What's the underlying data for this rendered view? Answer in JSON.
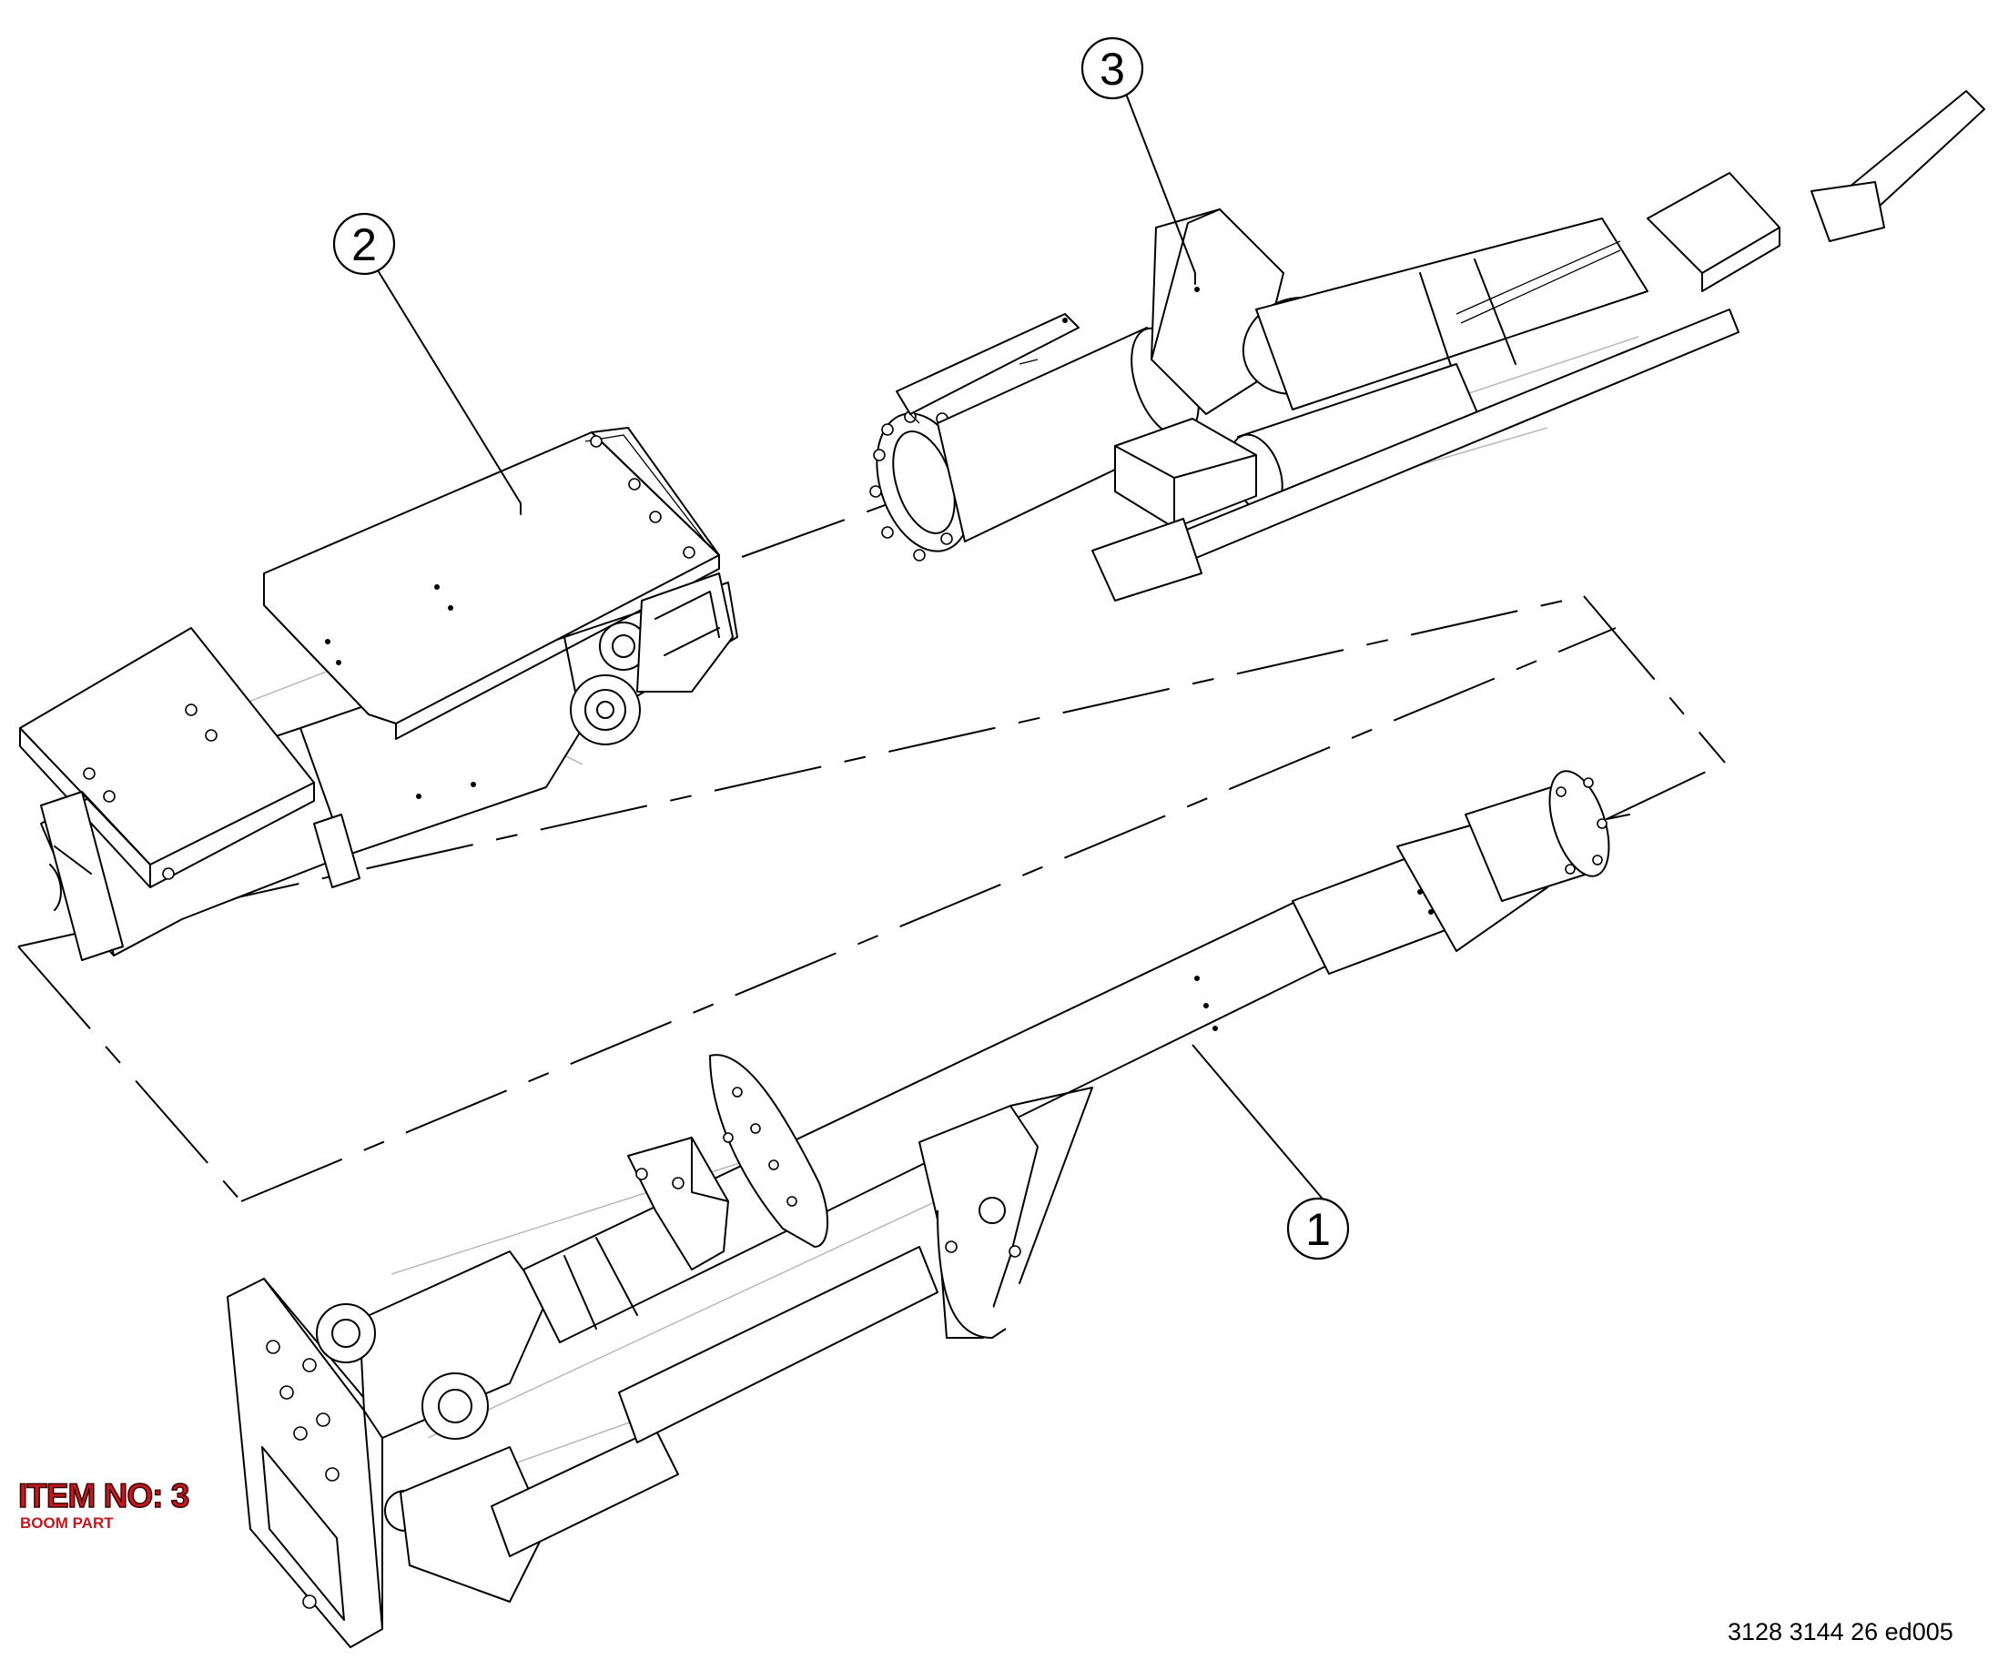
{
  "item": {
    "title": "ITEM NO: 3",
    "subtitle": "BOOM PART"
  },
  "drawing_number": "3128 3144 26 ed005",
  "callouts": [
    {
      "label": "1"
    },
    {
      "label": "2"
    },
    {
      "label": "3"
    }
  ],
  "colors": {
    "annotation": "#c0191f",
    "line": "#000000",
    "hidden_line": "#b8b8b8"
  }
}
